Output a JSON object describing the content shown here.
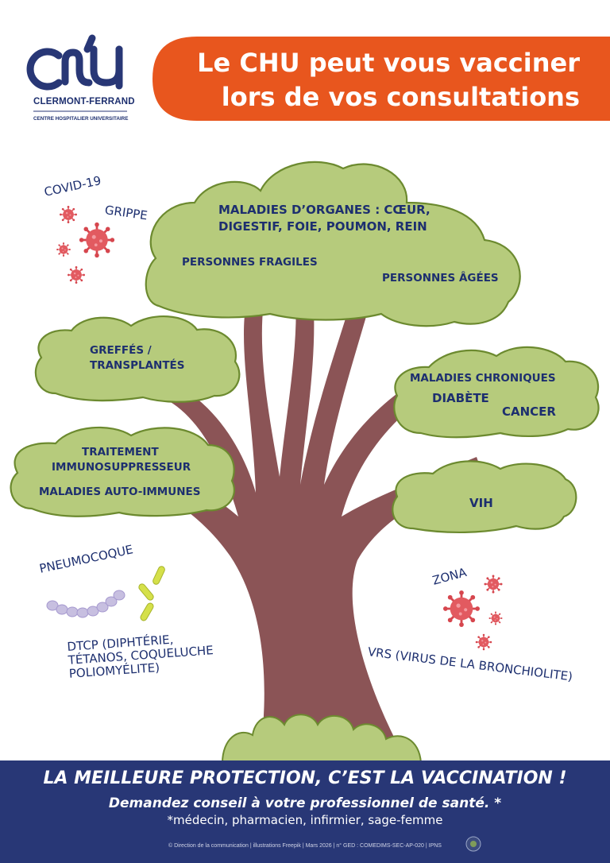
{
  "header": {
    "logo_city": "CLERMONT-FERRAND",
    "logo_subtitle": "CENTRE HOSPITALIER UNIVERSITAIRE",
    "title_lines": [
      "Le CHU peut vous vacciner",
      "lors de vos consultations"
    ]
  },
  "tree": {
    "top_cloud": {
      "line1": "MALADIES D’ORGANES : CŒUR,",
      "line2": "DIGESTIF, FOIE, POUMON, REIN",
      "fragile": "PERSONNES FRAGILES",
      "elderly": "PERSONNES ÂGÉES"
    },
    "left_cloud_1": {
      "line1": "GREFFÉS /",
      "line2": "TRANSPLANTÉS"
    },
    "left_cloud_2": {
      "line1": "TRAITEMENT",
      "line2": "IMMUNOSUPPRESSEUR",
      "line3": "MALADIES AUTO-IMMUNES"
    },
    "right_cloud_1": {
      "line1": "MALADIES CHRONIQUES",
      "line2": "DIABÈTE",
      "line3": "CANCER"
    },
    "right_cloud_2": {
      "line1": "VIH"
    }
  },
  "vaccines": {
    "covid": "COVID-19",
    "flu": "GRIPPE",
    "pneumococcus": "PNEUMOCOQUE",
    "dtcp_lines": [
      "DTCP (DIPHTÉRIE,",
      "TÉTANOS, COQUELUCHE",
      "POLIOMYÉLITE)"
    ],
    "shingles": "ZONA",
    "rsv": "VRS (VIRUS DE LA BRONCHIOLITE)"
  },
  "footer": {
    "headline": "LA MEILLEURE PROTECTION, C’EST LA VACCINATION !",
    "subline": "Demandez conseil à votre professionnel de santé. *",
    "note": "*médecin, pharmacien, infirmier, sage-femme",
    "credit": "© Direction de la communication | illustrations Freepik | Mars 2026 | n° GED : COMEDIMS-SEC-AP-020 | IPNS"
  },
  "colors": {
    "brand_navy": "#283776",
    "banner_orange": "#e8561e",
    "cloud_green": "#b6cb7c",
    "trunk_brown": "#8b5456",
    "virus_red": "#dc4b52"
  }
}
